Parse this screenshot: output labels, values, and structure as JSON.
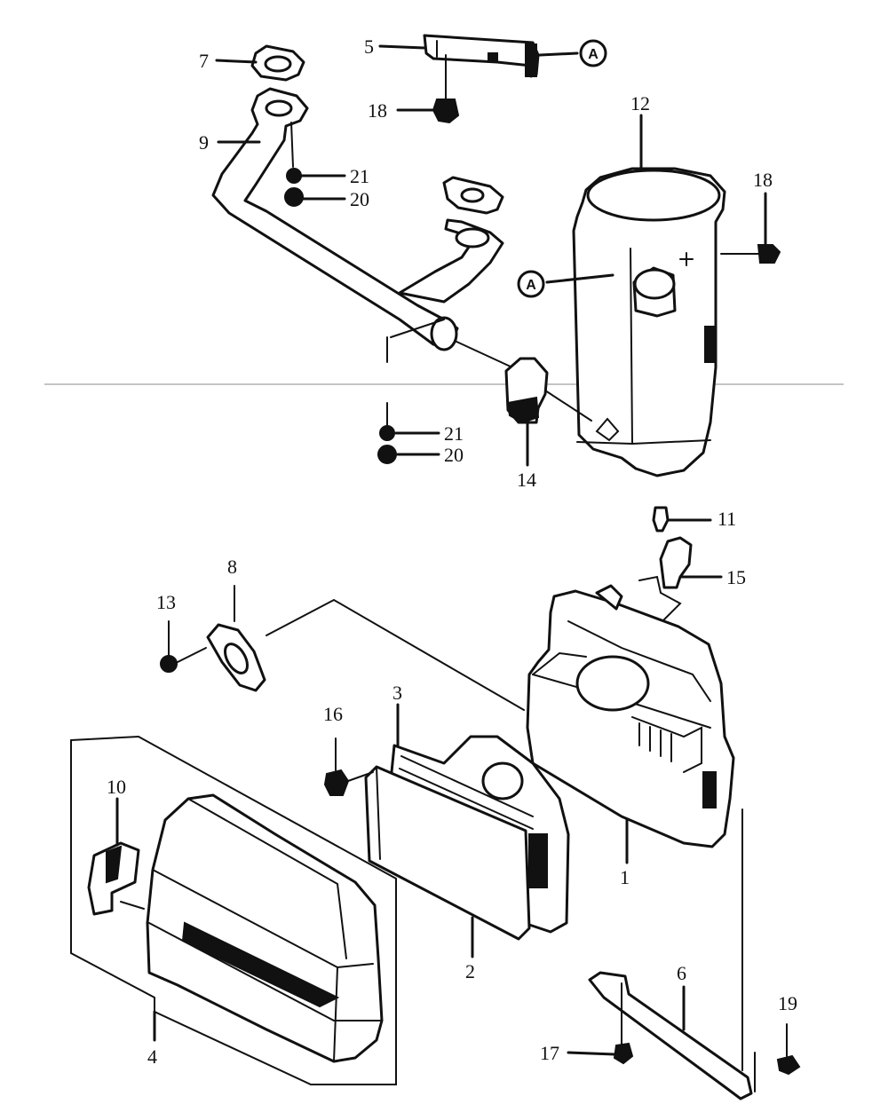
{
  "labels": {
    "p1": "1",
    "p2": "2",
    "p3": "3",
    "p4": "4",
    "p5": "5",
    "p6": "6",
    "p7": "7",
    "p8": "8",
    "p9": "9",
    "p10": "10",
    "p11": "11",
    "p12": "12",
    "p13": "13",
    "p14": "14",
    "p15": "15",
    "p16": "16",
    "p17": "17",
    "p18a": "18",
    "p18b": "18",
    "p19": "19",
    "p20a": "20",
    "p20b": "20",
    "p21a": "21",
    "p21b": "21"
  },
  "refs": {
    "a1": "A",
    "a2": "A"
  },
  "colors": {
    "ink": "#111111",
    "paper": "#ffffff",
    "divider": "#888888"
  }
}
